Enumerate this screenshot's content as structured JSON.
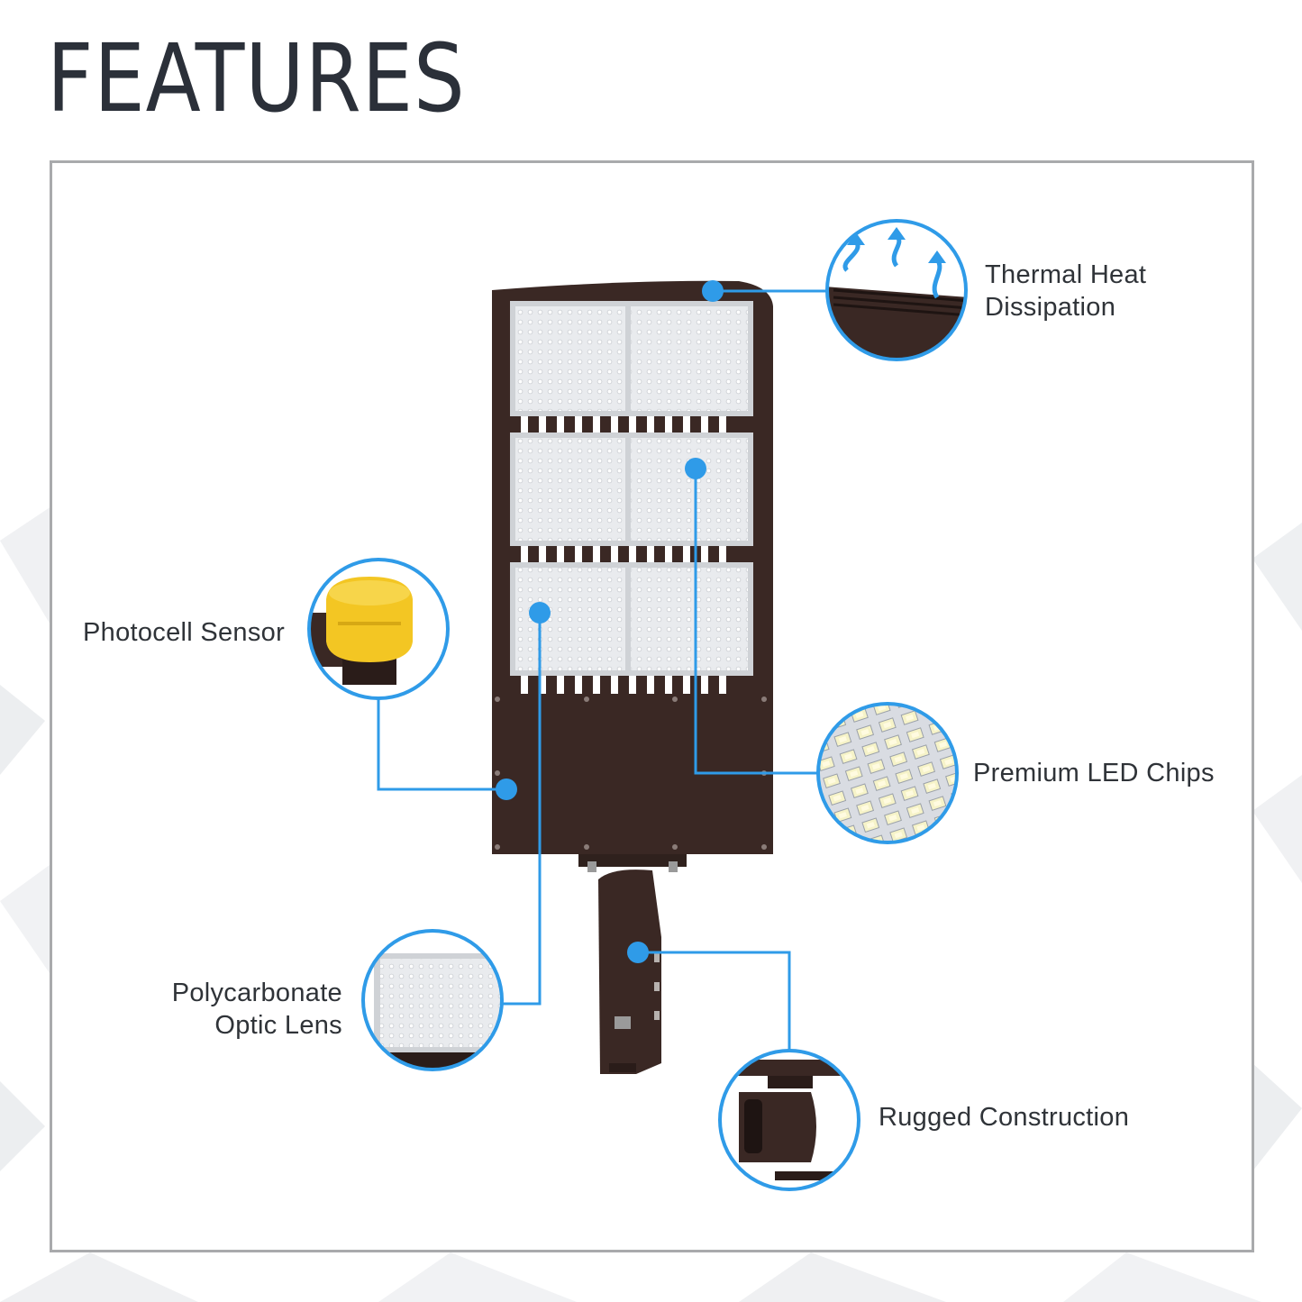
{
  "title": "FEATURES",
  "colors": {
    "accent": "#2f9be8",
    "housing": "#3a2824",
    "title": "#2b3039",
    "frame": "#a9aaac",
    "sensor": "#f3c623"
  },
  "features": {
    "thermal": {
      "line1": "Thermal Heat",
      "line2": "Dissipation"
    },
    "photocell": {
      "label": "Photocell Sensor"
    },
    "led_chips": {
      "label": "Premium LED Chips"
    },
    "lens": {
      "line1": "Polycarbonate",
      "line2": "Optic Lens"
    },
    "rugged": {
      "label": "Rugged Construction"
    }
  }
}
